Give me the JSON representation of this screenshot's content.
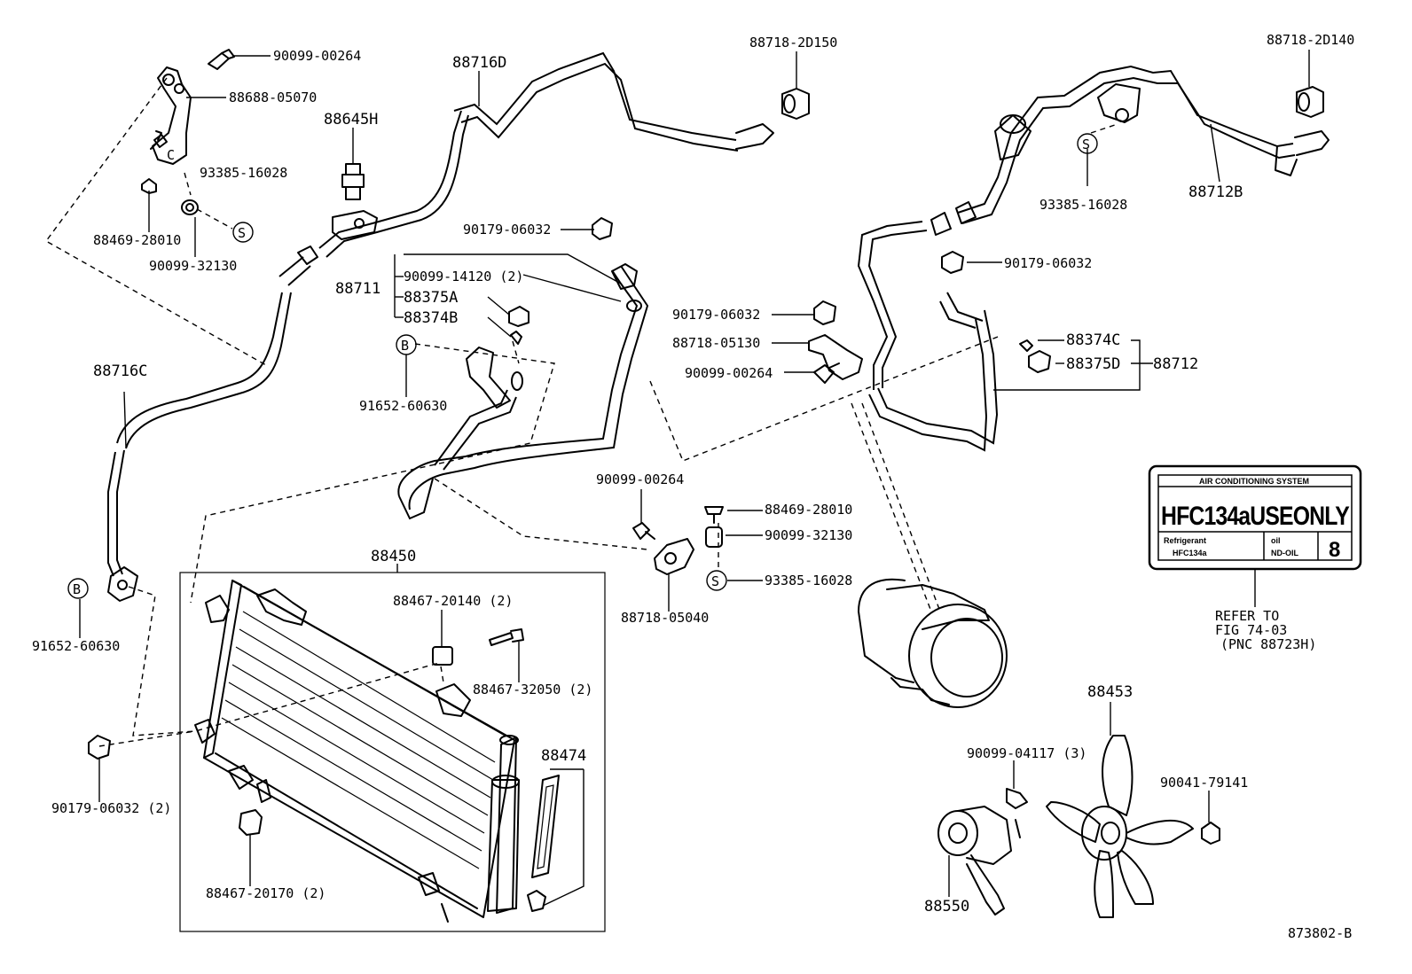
{
  "labels": {
    "p_90099_00264_a": "90099-00264",
    "p_88688_05070": "88688-05070",
    "p_93385_16028_a": "93385-16028",
    "p_88469_28010_a": "88469-28010",
    "p_90099_32130_a": "90099-32130",
    "p_88716D": "88716D",
    "p_88645H": "88645H",
    "p_88718_2D150": "88718-2D150",
    "p_88718_2D140": "88718-2D140",
    "p_88712B": "88712B",
    "p_93385_16028_b": "93385-16028",
    "p_90179_06032_a": "90179-06032",
    "p_90179_06032_b": "90179-06032",
    "p_90179_06032_c": "90179-06032",
    "p_88711": "88711",
    "p_90099_14120": "90099-14120 (2)",
    "p_88375A": "88375A",
    "p_88374B": "88374B",
    "p_88718_05130": "88718-05130",
    "p_90099_00264_b": "90099-00264",
    "p_88374C": "88374C",
    "p_88375D": "88375D",
    "p_88712": "88712",
    "p_91652_60630_a": "91652-60630",
    "p_88716C": "88716C",
    "p_90099_00264_c": "90099-00264",
    "p_88469_28010_b": "88469-28010",
    "p_90099_32130_b": "90099-32130",
    "p_93385_16028_c": "93385-16028",
    "p_88718_05040": "88718-05040",
    "p_88450": "88450",
    "p_88467_20140": "88467-20140 (2)",
    "p_88467_32050": "88467-32050 (2)",
    "p_88474": "88474",
    "p_88467_20170": "88467-20170 (2)",
    "p_91652_60630_b": "91652-60630",
    "p_90179_06032_d": "90179-06032 (2)",
    "p_88453": "88453",
    "p_90099_04117": "90099-04117 (3)",
    "p_90041_79141": "90041-79141",
    "p_88550": "88550",
    "ref_1": "REFER TO",
    "ref_2": "FIG 74-03",
    "ref_3": "(PNC 88723H)",
    "fig_id": "873802-B",
    "circle_S": "S",
    "circle_B": "B"
  },
  "card": {
    "title": "AIR CONDITIONING SYSTEM",
    "main": "HFC134aUSEONLY",
    "refrigerant_label": "Refrigerant",
    "refrigerant_value": "HFC134a",
    "oil_label": "oil",
    "oil_value": "ND-OIL",
    "amount": "8"
  }
}
